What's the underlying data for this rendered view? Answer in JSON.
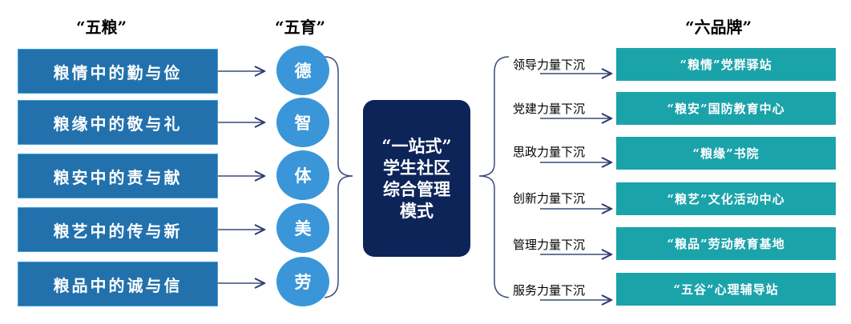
{
  "headers": {
    "five_grains": "“五粮”",
    "five_educations": "“五育”",
    "six_brands": "“六品牌”"
  },
  "grains": [
    "粮情中的勤与俭",
    "粮缘中的敬与礼",
    "粮安中的责与献",
    "粮艺中的传与新",
    "粮品中的诚与信"
  ],
  "educations": [
    "德",
    "智",
    "体",
    "美",
    "劳"
  ],
  "center": {
    "line1": "“一站式”",
    "line2": "学生社区",
    "line3": "综合管理",
    "line4": "模式"
  },
  "forces": [
    "领导力量下沉",
    "党建力量下沉",
    "思政力量下沉",
    "创新力量下沉",
    "管理力量下沉",
    "服务力量下沉"
  ],
  "brands": [
    "“粮情”党群驿站",
    "“粮安”国防教育中心",
    "“粮缘”书院",
    "“粮艺”文化活动中心",
    "“粮品”劳动教育基地",
    "“五谷”心理辅导站"
  ]
}
